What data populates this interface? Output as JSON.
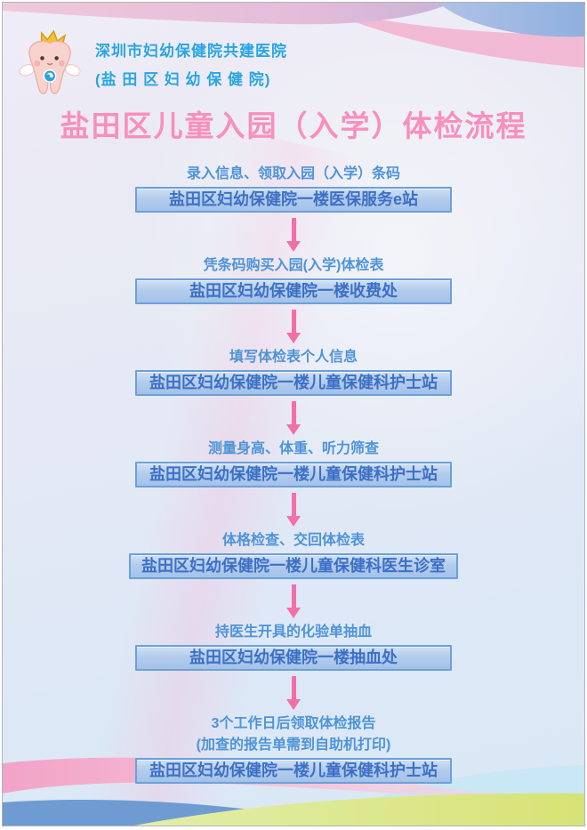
{
  "header": {
    "hospital_line1": "深圳市妇幼保健院共建医院",
    "hospital_line2": "(盐 田 区 妇 幼 保 健 院)",
    "mascot_icon": "tooth-mascot-with-crown"
  },
  "title": {
    "text": "盐田区儿童入园（入学）体检流程"
  },
  "flow": {
    "steps": [
      {
        "label": "录入信息、领取入园（入学）条码",
        "location": "盐田区妇幼保健院一楼医保服务e站"
      },
      {
        "label": "凭条码购买入园(入学)体检表",
        "location": "盐田区妇幼保健院一楼收费处"
      },
      {
        "label": "填写体检表个人信息",
        "location": "盐田区妇幼保健院一楼儿童保健科护士站"
      },
      {
        "label": "测量身高、体重、听力筛查",
        "location": "盐田区妇幼保健院一楼儿童保健科护士站"
      },
      {
        "label": "体格检查、交回体检表",
        "location": "盐田区妇幼保健院一楼儿童保健科医生诊室"
      },
      {
        "label": "持医生开具的化验单抽血",
        "location": "盐田区妇幼保健院一楼抽血处"
      },
      {
        "label": "3个工作日后领取体检报告",
        "note": "(加查的报告单需到自助机打印)",
        "location": "盐田区妇幼保健院一楼儿童保健科护士站"
      }
    ]
  },
  "colors": {
    "title_pink": "#f88fbe",
    "header_blue": "#29a5e2",
    "step_label_blue": "#4e94d8",
    "box_text_blue": "#3c70c6",
    "box_border_blue": "#6ca0d8",
    "box_fill_top": "#cfe0f4",
    "box_fill_bottom": "#a3c2e9",
    "arrow_pink": "#f26fa7",
    "ribbon_blue": "#95b4e0",
    "ribbon_pink": "#f2b9d4",
    "wave_pink": "#f2a3c6",
    "wave_green": "#d9e580",
    "wave_blue": "#6e9bd2",
    "wave_cyan": "#c9e7f5"
  }
}
